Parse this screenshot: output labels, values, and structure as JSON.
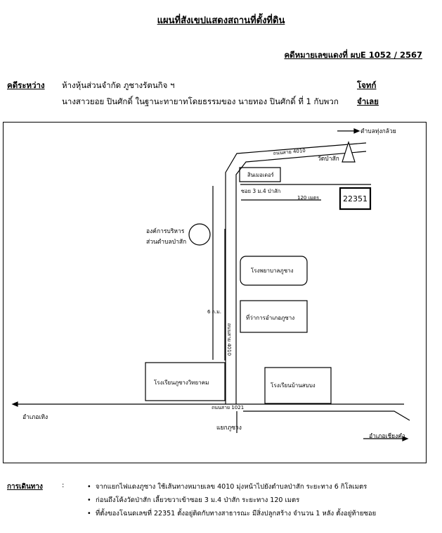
{
  "document": {
    "title": "แผนที่สังเขปแสดงสถานที่ตั้งที่ดิน",
    "case_number": "คดีหมายเลขแดงที่ ผบE 1052 / 2567"
  },
  "parties": {
    "label": "คดีระหว่าง",
    "plaintiff": "ห้างหุ้นส่วนจำกัด ภูชางรัตนกิจ ฯ",
    "plaintiff_role": "โจทก์",
    "defendant": "นางสาวยอย ปินศักดิ์ ในฐานะทายาทโดยธรรมของ นายทอง ปินศักดิ์ ที่ 1  กับพวก",
    "defendant_role": "จำเลย"
  },
  "map": {
    "to_nong_kluai": "ตำบลทุ่งกล้วย",
    "road_4010_top": "ถนนสาย 4010",
    "temple": "วัดป่าสัก",
    "store": "สินเมอเดอร์",
    "soi_label": "ซอย 3 ม.4 ป่าสัก",
    "soi_distance": "120 เมตร",
    "parcel": "22351",
    "sao_line1": "องค์การบริหาร",
    "sao_line2": "ส่วนตำบลป่าสัก",
    "hospital": "โรงพยาบาลภูซาง",
    "district_office": "ที่ว่าการอำเภอภูซาง",
    "distance_6km": "6 ก.ม.",
    "road_4010_vertical": "ถนนสาย 4010",
    "school_left": "โรงเรียนภูซางวิทยาคม",
    "school_right": "โรงเรียนบ้านสบบง",
    "road_1021": "ถนนสาย 1021",
    "to_thoeng": "อำเภอเทิง",
    "intersection": "แยกภูซาง",
    "to_chiang_kham": "อำเภอเชียงคำ"
  },
  "directions": {
    "label": "การเดินทาง",
    "colon": ":",
    "bullet": "•",
    "items": [
      "จากแยกไฟแดงภูซาง ใช้เส้นทางหมายเลข 4010 มุ่งหน้าไปยังตำบลป่าสัก ระยะทาง 6 กิโลเมตร",
      "ก่อนถึงโค้งวัดป่าสัก เลี้ยวขวาเข้าซอย 3 ม.4 ป่าสัก ระยะทาง 120 เมตร",
      "ที่ตั้งของโฉนดเลขที่ 22351 ตั้งอยู่ติดกับทางสาธารณะ  มีสิ่งปลูกสร้าง จำนวน 1 หลัง ตั้งอยู่ท้ายซอย"
    ]
  }
}
